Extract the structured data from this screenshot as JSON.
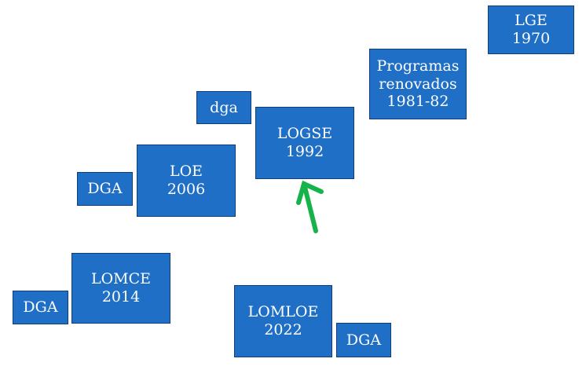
{
  "colors": {
    "box_fill": "#1f6fc6",
    "box_border": "#0e3f7a",
    "text": "#ffffff",
    "arrow": "#16b34a"
  },
  "boxes": {
    "lge": {
      "name": "LGE",
      "year": "1970"
    },
    "programas": {
      "line1": "Programas",
      "line2": "renovados",
      "year": "1981-82"
    },
    "dga_lower": {
      "label": "dga"
    },
    "logse": {
      "name": "LOGSE",
      "year": "1992"
    },
    "dga_loe": {
      "label": "DGA"
    },
    "loe": {
      "name": "LOE",
      "year": "2006"
    },
    "dga_lomce": {
      "label": "DGA"
    },
    "lomce": {
      "name": "LOMCE",
      "year": "2014"
    },
    "lomloe": {
      "name": "LOMLOE",
      "year": "2022"
    },
    "dga_lomloe": {
      "label": "DGA"
    }
  },
  "arrow": {
    "direction": "up",
    "points_to": "LOGSE 1992",
    "icon": "arrow-up-icon"
  }
}
